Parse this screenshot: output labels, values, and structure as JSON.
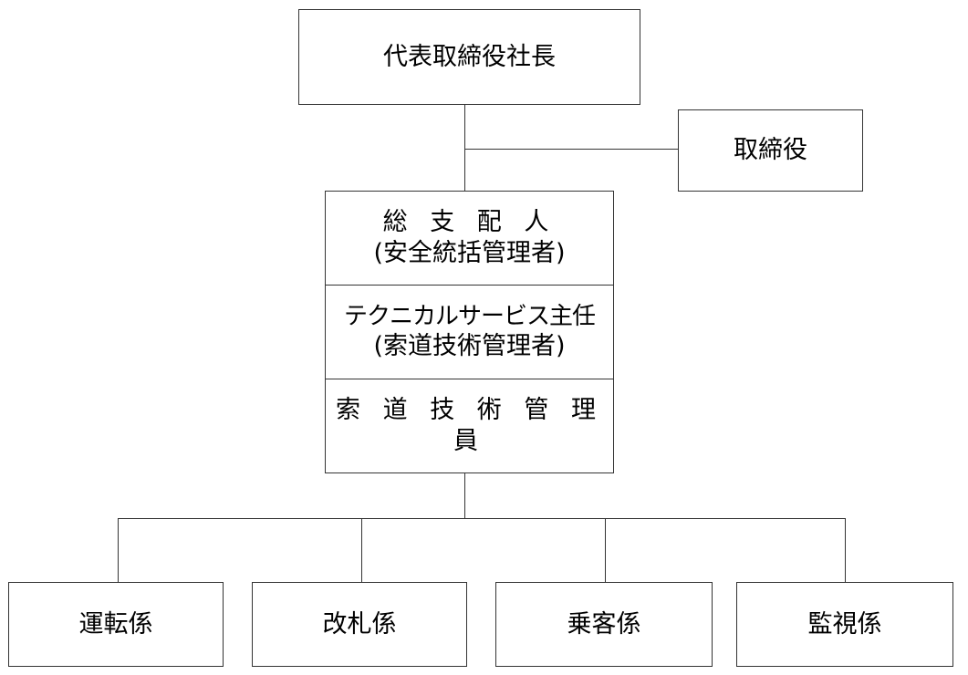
{
  "org_chart": {
    "president": "代表取締役社長",
    "director": "取締役",
    "stack": {
      "general_manager": {
        "title": "総 支 配 人",
        "role": "(安全統括管理者)"
      },
      "technical_chief": {
        "title": "テクニカルサービス主任",
        "role": "(索道技術管理者)"
      },
      "technical_staff": {
        "title": "索 道 技 術 管 理 員"
      }
    },
    "sections": [
      {
        "label": "運転係"
      },
      {
        "label": "改札係"
      },
      {
        "label": "乗客係"
      },
      {
        "label": "監視係"
      }
    ]
  }
}
